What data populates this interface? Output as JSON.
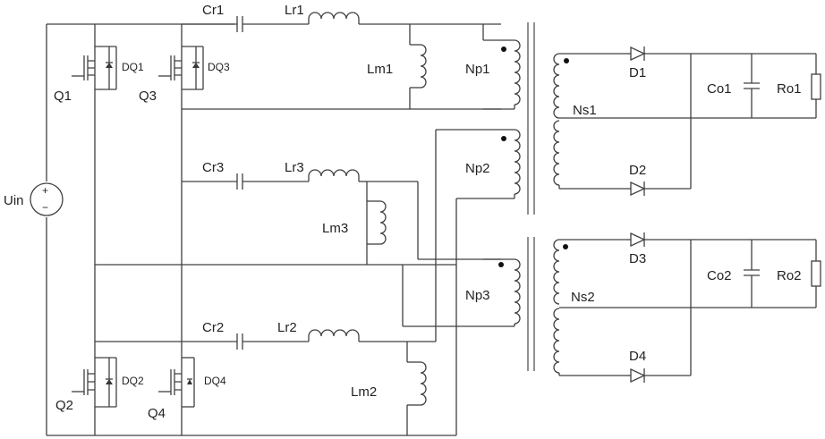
{
  "labels": {
    "uin": "Uin",
    "q1": "Q1",
    "q2": "Q2",
    "q3": "Q3",
    "q4": "Q4",
    "dq1": "DQ1",
    "dq2": "DQ2",
    "dq3": "DQ3",
    "dq4": "DQ4",
    "cr1": "Cr1",
    "cr2": "Cr2",
    "cr3": "Cr3",
    "lr1": "Lr1",
    "lr2": "Lr2",
    "lr3": "Lr3",
    "lm1": "Lm1",
    "lm2": "Lm2",
    "lm3": "Lm3",
    "np1": "Np1",
    "np2": "Np2",
    "np3": "Np3",
    "ns1": "Ns1",
    "ns2": "Ns2",
    "d1": "D1",
    "d2": "D2",
    "d3": "D3",
    "d4": "D4",
    "co1": "Co1",
    "co2": "Co2",
    "ro1": "Ro1",
    "ro2": "Ro2",
    "plus": "+",
    "minus": "−"
  }
}
